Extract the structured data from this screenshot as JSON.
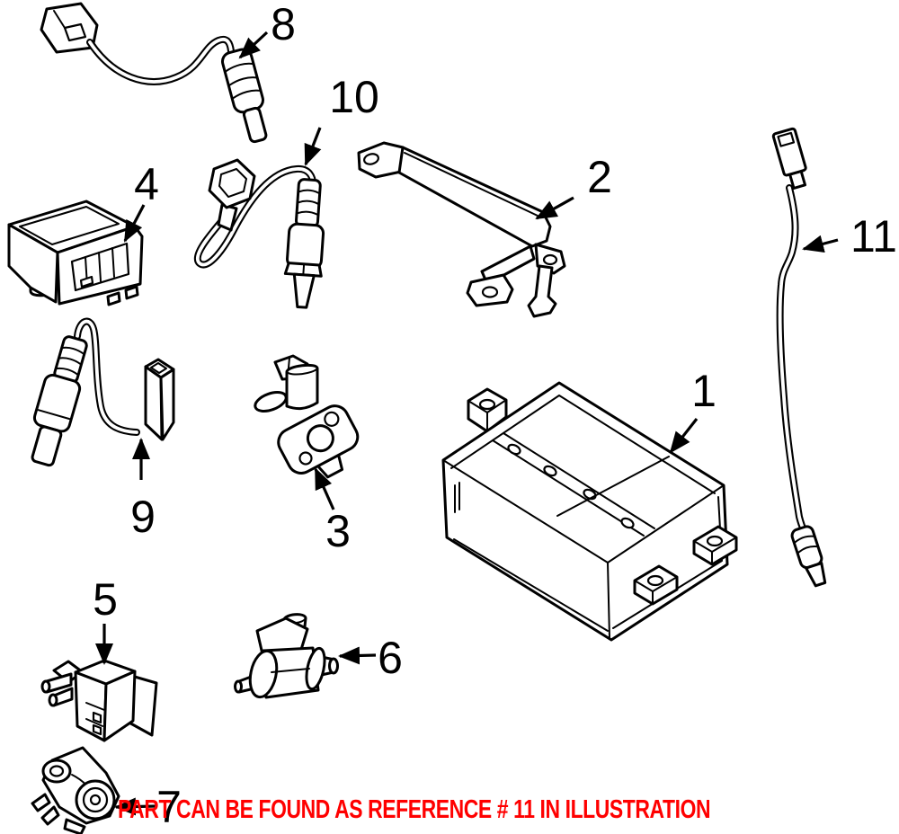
{
  "illustration": {
    "background_color": "#ffffff",
    "line_color": "#000000",
    "callouts": [
      {
        "ref": "1"
      },
      {
        "ref": "2"
      },
      {
        "ref": "3"
      },
      {
        "ref": "4"
      },
      {
        "ref": "5"
      },
      {
        "ref": "6"
      },
      {
        "ref": "7"
      },
      {
        "ref": "8"
      },
      {
        "ref": "9"
      },
      {
        "ref": "10"
      },
      {
        "ref": "11"
      }
    ],
    "caption": {
      "text": "PART CAN BE FOUND AS REFERENCE # 11 IN ILLUSTRATION",
      "color": "#ff0000"
    }
  }
}
